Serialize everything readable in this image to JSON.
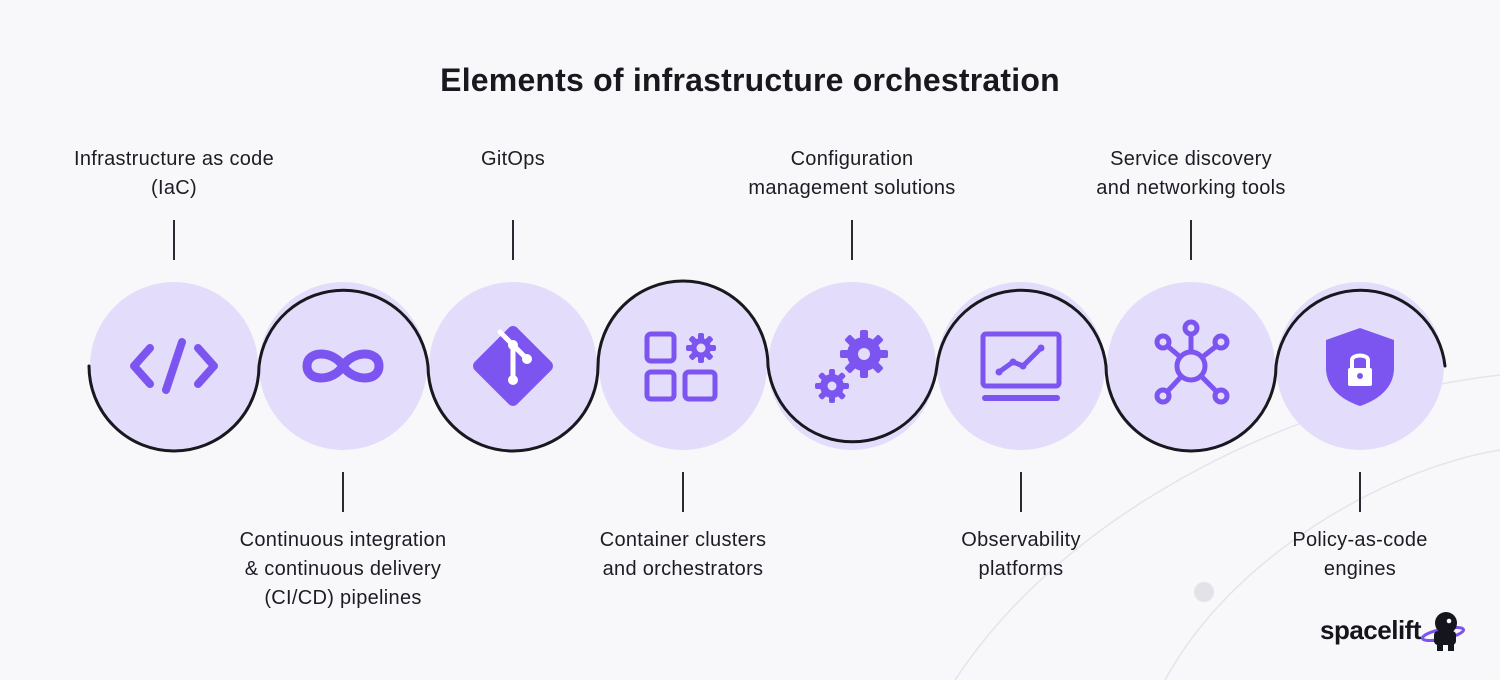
{
  "title": "Elements of infrastructure orchestration",
  "colors": {
    "accent": "#7c55f0",
    "circle": "#e3dcfb",
    "line": "#18181f"
  },
  "elements": [
    {
      "label": "Infrastructure as code\n(IaC)",
      "position": "top",
      "icon": "code-icon"
    },
    {
      "label": "Continuous integration\n& continuous delivery\n(CI/CD) pipelines",
      "position": "bottom",
      "icon": "infinity-icon"
    },
    {
      "label": "GitOps",
      "position": "top",
      "icon": "git-icon"
    },
    {
      "label": "Container clusters\nand orchestrators",
      "position": "bottom",
      "icon": "apps-gear-icon"
    },
    {
      "label": "Configuration\nmanagement solutions",
      "position": "top",
      "icon": "gears-icon"
    },
    {
      "label": "Observability\nplatforms",
      "position": "bottom",
      "icon": "monitor-chart-icon"
    },
    {
      "label": "Service discovery\nand networking tools",
      "position": "top",
      "icon": "network-hub-icon"
    },
    {
      "label": "Policy-as-code\nengines",
      "position": "bottom",
      "icon": "shield-lock-icon"
    }
  ],
  "brand": {
    "name": "spacelift"
  }
}
